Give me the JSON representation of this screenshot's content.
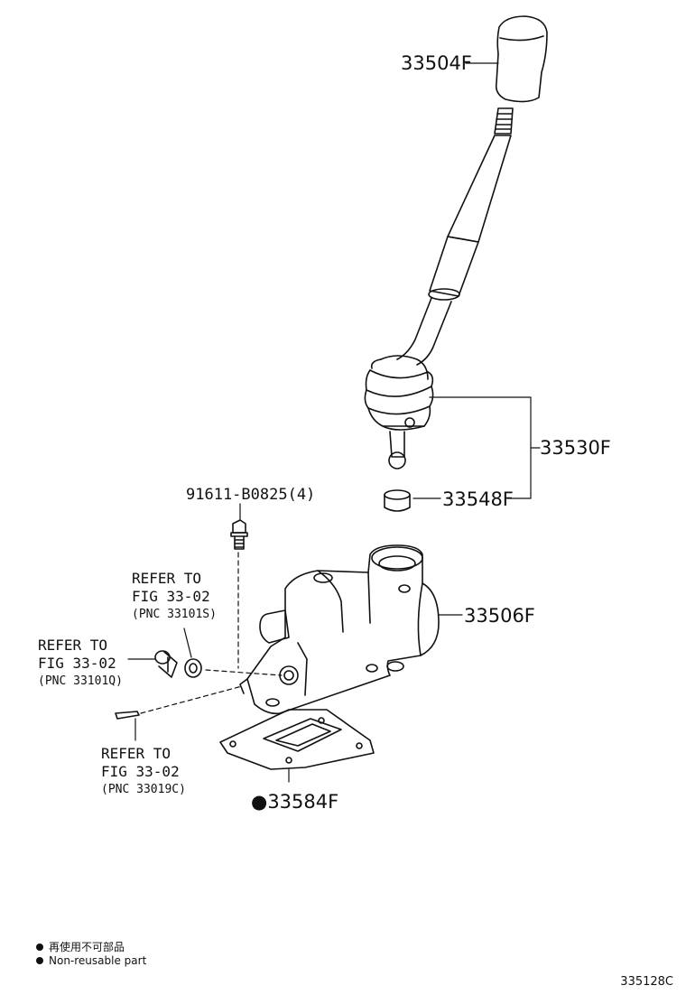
{
  "parts": {
    "knob": "33504F",
    "lever_assy": "33530F",
    "bushing": "33548F",
    "housing": "33506F",
    "gasket": "●33584F",
    "bolt": "91611-B0825(4)"
  },
  "refs": {
    "upper": {
      "line1": "REFER TO",
      "line2": "FIG 33-02",
      "line3": "(PNC 33101S)"
    },
    "left": {
      "line1": "REFER TO",
      "line2": "FIG 33-02",
      "line3": "(PNC 33101Q)"
    },
    "lower": {
      "line1": "REFER TO",
      "line2": "FIG 33-02",
      "line3": "(PNC 33019C)"
    }
  },
  "legend": {
    "japanese": "再使用不可部品",
    "english": "Non-reusable part"
  },
  "figure_id": "335128C"
}
